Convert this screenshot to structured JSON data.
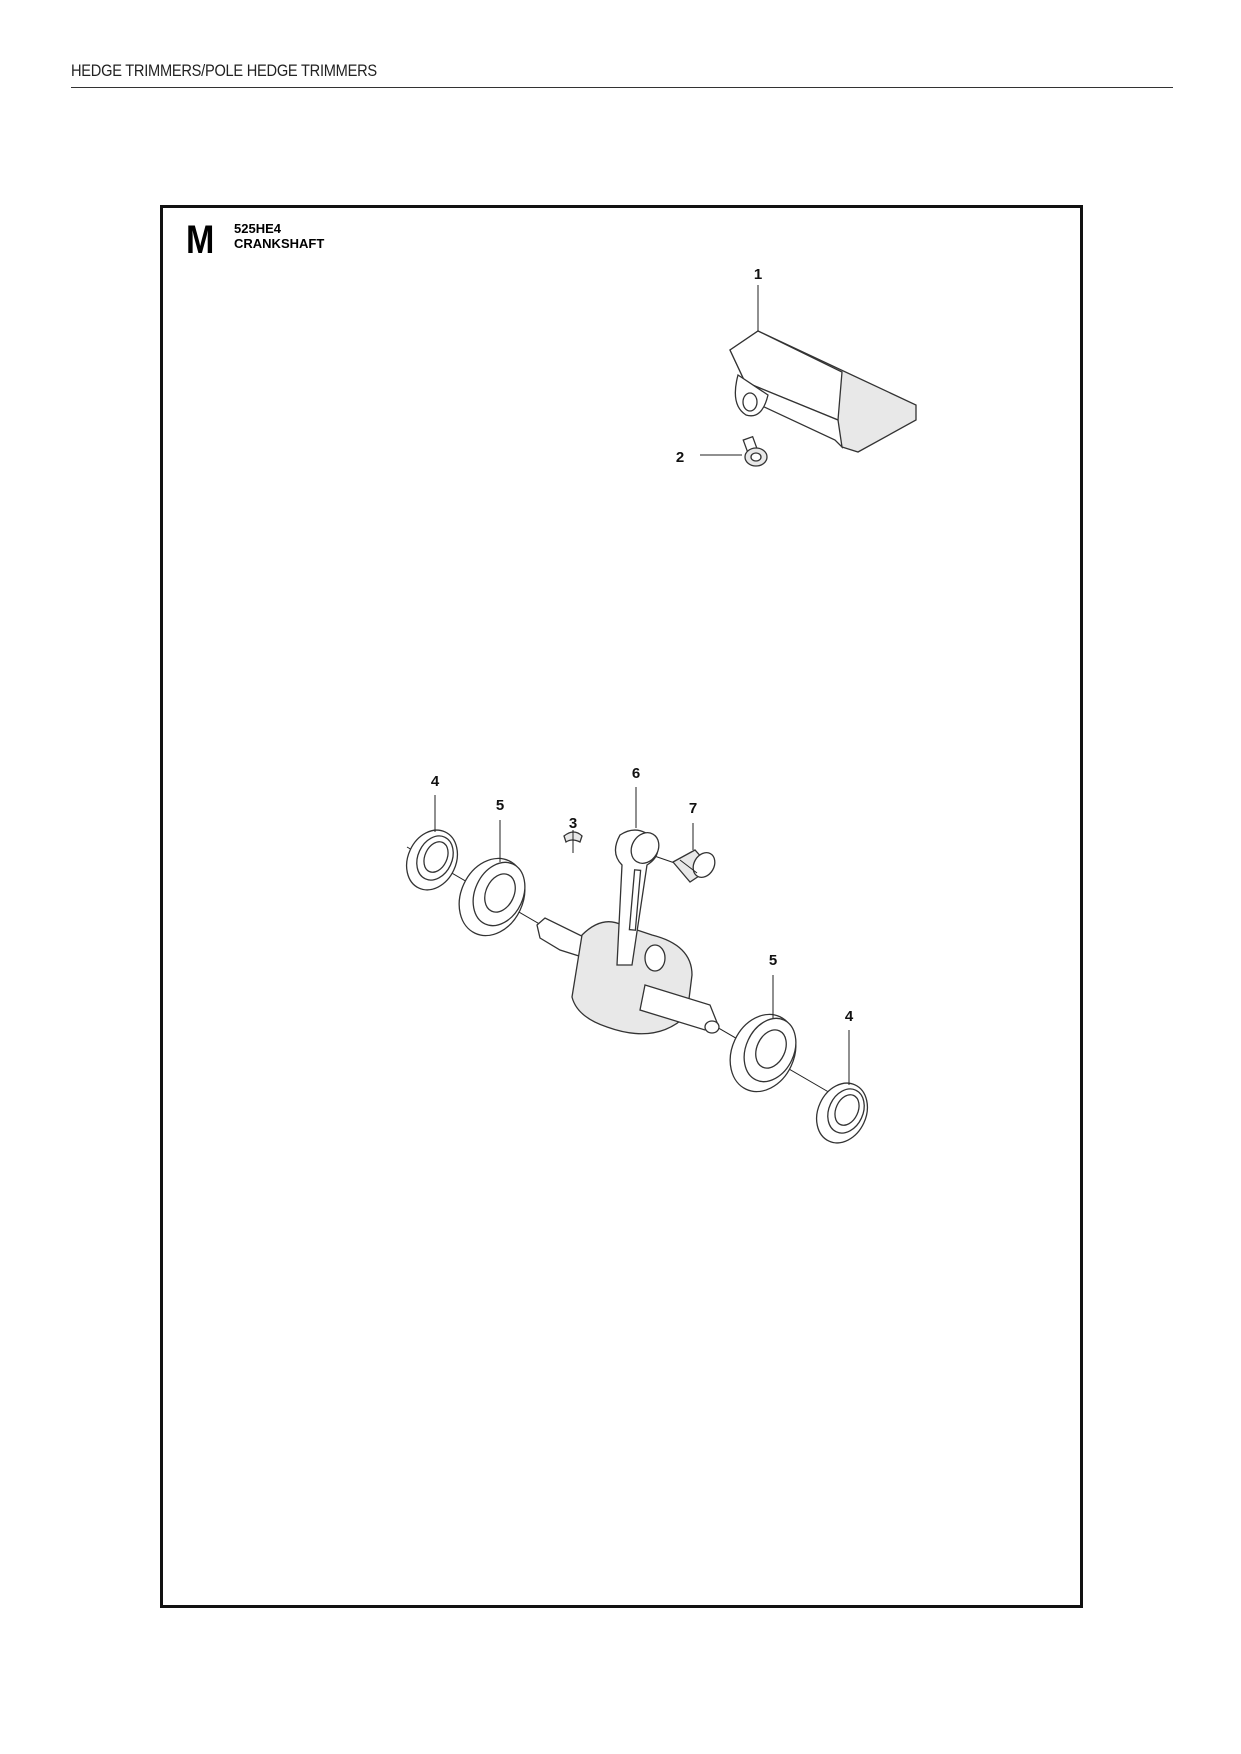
{
  "header": {
    "title": "HEDGE TRIMMERS/POLE HEDGE TRIMMERS"
  },
  "section": {
    "letter": "M",
    "model": "525HE4",
    "title": "CRANKSHAFT"
  },
  "callouts": {
    "bracket": "1",
    "screw": "2",
    "key": "3",
    "seal_left": "4",
    "bearing_left": "5",
    "con_rod": "6",
    "needle_bearing": "7",
    "bearing_right": "5",
    "seal_right": "4"
  }
}
